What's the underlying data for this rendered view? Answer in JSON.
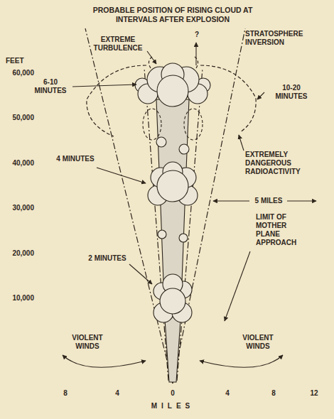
{
  "diagram": {
    "title": "PROBABLE POSITION OF RISING CLOUD AT INTERVALS AFTER EXPLOSION",
    "labels": [
      "EXTREME TURBULENCE",
      "?",
      "STRATOSPHERE INVERSION",
      "6-10 MINUTES",
      "10-20 MINUTES",
      "EXTREMELY DANGEROUS RADIOACTIVITY",
      "4 MINUTES",
      "5 MILES",
      "LIMIT OF MOTHER PLANE APPROACH",
      "2 MINUTES",
      "VIOLENT WINDS",
      "VIOLENT WINDS",
      "FEET",
      "60,000",
      "50,000",
      "40,000",
      "30,000",
      "20,000",
      "10,000",
      "8",
      "4",
      "0",
      "4",
      "8",
      "12",
      "MILES"
    ]
  }
}
